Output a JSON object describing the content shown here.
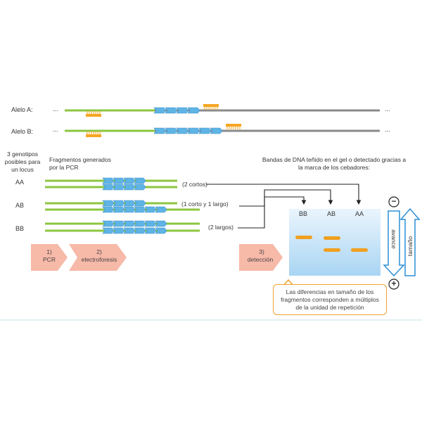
{
  "alleles": {
    "a_label": "Alelo A:",
    "b_label": "Alelo B:",
    "ellipsis": "..."
  },
  "genotypes": {
    "header": "3 genotipos posibles para un locus",
    "fragments_header": "Fragmentos generados por la PCR",
    "rows": [
      {
        "label": "AA",
        "note": "(2 cortos)"
      },
      {
        "label": "AB",
        "note": "(1 corto y 1 largo)"
      },
      {
        "label": "BB",
        "note": "(2 largos)"
      }
    ]
  },
  "gel": {
    "header": "Bandas de DNA teñido en el gel o detectado gracias a la marca de los cebadores:",
    "lanes": [
      "BB",
      "AB",
      "AA"
    ],
    "minus": "−",
    "plus": "+",
    "avance": "avance",
    "tamano": "tamaño",
    "note": "Las diferencias en tamaño de los fragmentos corresponden a múltiplos de la unidad de repetición"
  },
  "steps": [
    {
      "num": "1)",
      "name": "PCR"
    },
    {
      "num": "2)",
      "name": "electroforesis"
    },
    {
      "num": "3)",
      "name": "detección"
    }
  ],
  "colors": {
    "green": "#8cc63f",
    "grey": "#8a8a8a",
    "blue": "#5fb4e6",
    "primer": "#f5a623",
    "gel": "#c8e4f7",
    "step": "#f7b9a8",
    "arrow_blue": "#2b8fd6"
  }
}
